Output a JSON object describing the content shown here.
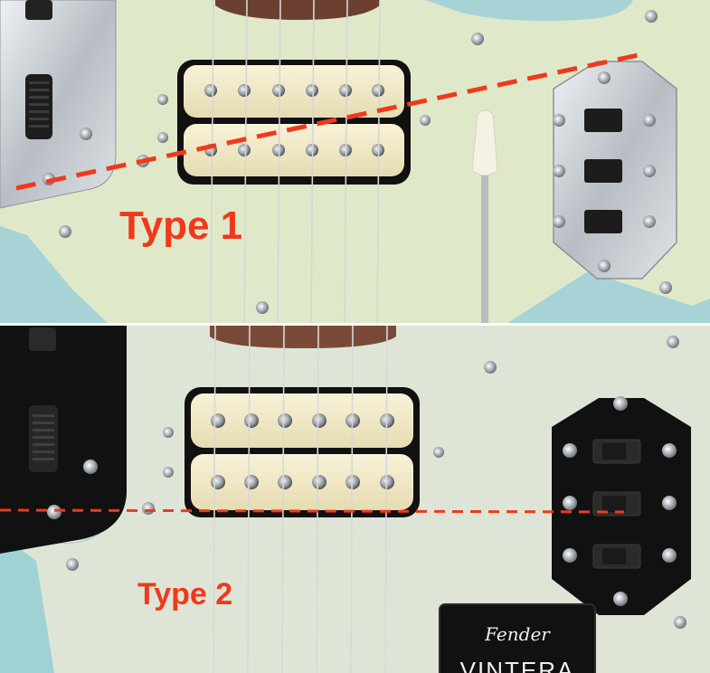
{
  "panels": [
    {
      "label": "Type 1",
      "label_color": "#f0391b",
      "line_color": "#f0391b"
    },
    {
      "label": "Type 2",
      "label_color": "#f0391b",
      "line_color": "#f0391b"
    }
  ],
  "badge": {
    "brand": "Fender",
    "model": "VINTERA"
  },
  "colors": {
    "pickguard_top": "#dfe9c9",
    "pickguard_bottom": "#dfe5d6",
    "body_blue": "#9fd2d5",
    "chrome_plate": "#c8cdd2",
    "black_plate": "#111111",
    "pickup_cream": "#f2e9c8"
  }
}
